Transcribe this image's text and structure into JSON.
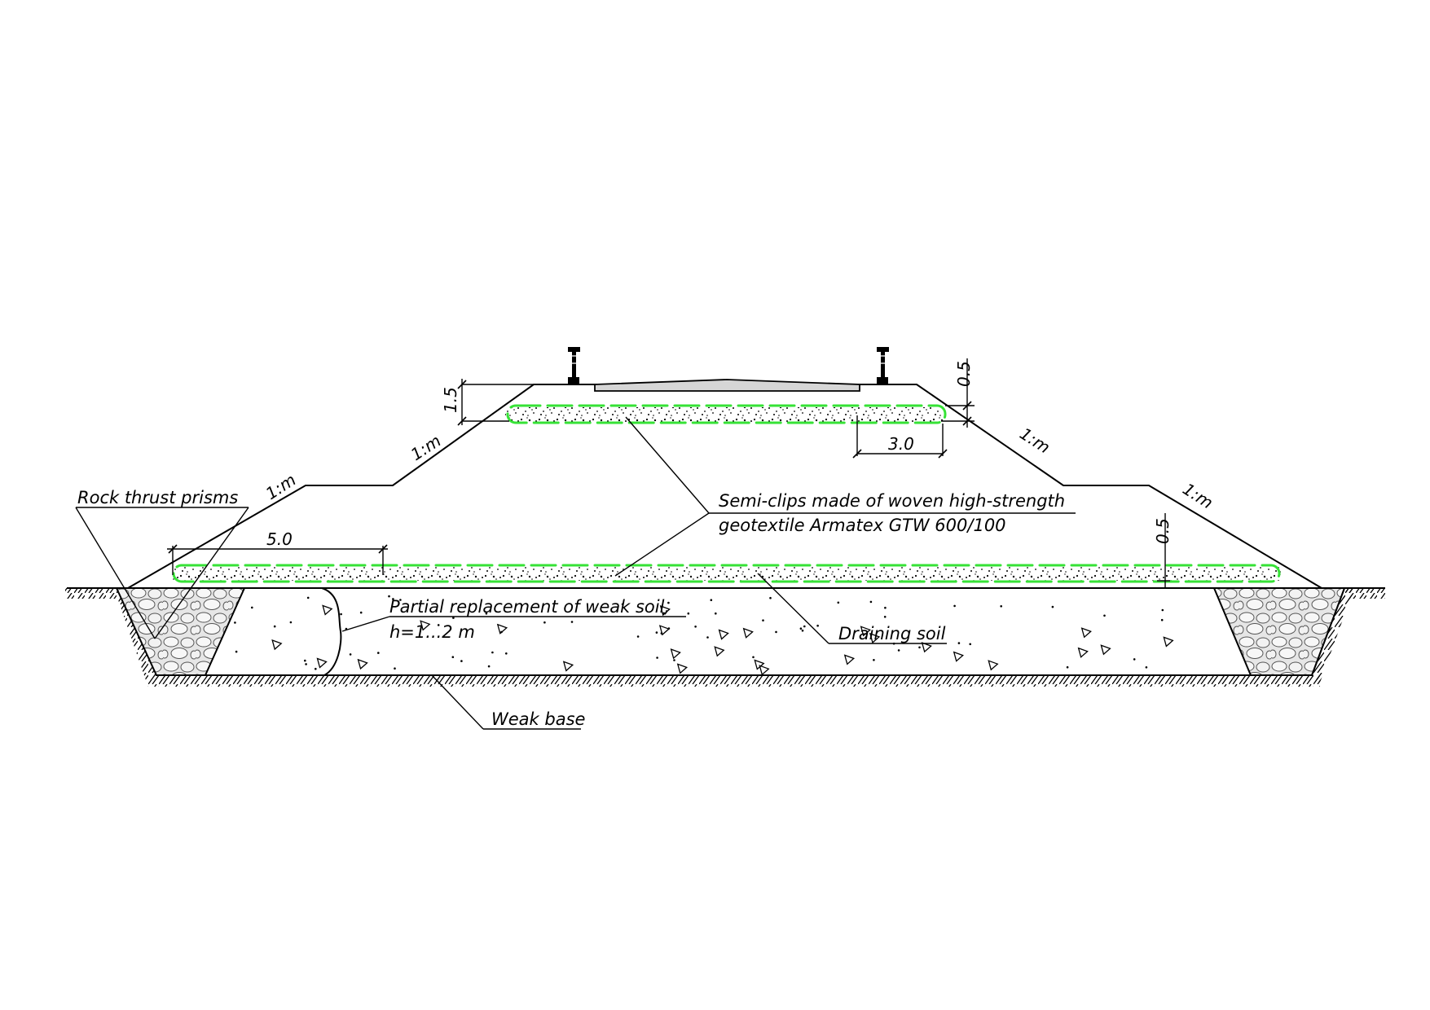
{
  "labels": {
    "rock_prisms": "Rock thrust prisms",
    "semi_clips_line1": "Semi-clips made of woven high-strength",
    "semi_clips_line2": "geotextile  Armatex GTW 600/100",
    "partial_replacement_line1": "Partial replacement of weak soil,",
    "partial_replacement_line2": "h=1...2  m",
    "draining_soil": "Draining soil",
    "weak_base": "Weak base"
  },
  "dimensions": {
    "top_layer_height": "1.5",
    "top_layer_offset": "0.5",
    "top_clip_overlap": "3.0",
    "bottom_layer_offset": "0.5",
    "bottom_clip_overlap": "5.0"
  },
  "slopes": {
    "upper_left": "1:m",
    "lower_left": "1:m",
    "upper_right": "1:m",
    "lower_right": "1:m"
  },
  "colors": {
    "geotextile": "#36e236",
    "linework": "#000000",
    "rock_fill": "#e6e6e6"
  }
}
